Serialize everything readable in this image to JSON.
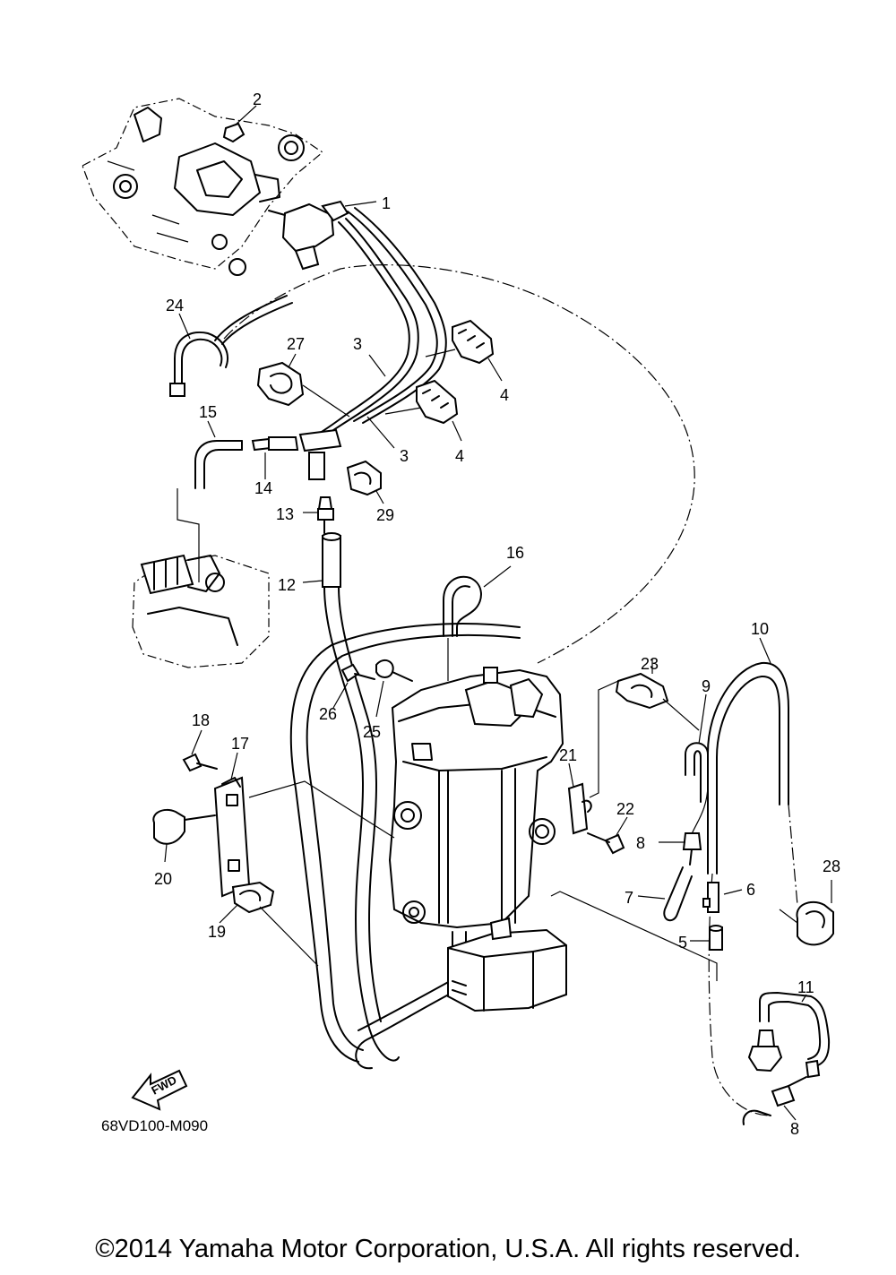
{
  "diagram_code": "68VD100-M090",
  "fwd_label": "FWD",
  "copyright": "©2014 Yamaha Motor Corporation, U.S.A. All rights reserved.",
  "callouts": {
    "c1": "1",
    "c2": "2",
    "c3a": "3",
    "c3b": "3",
    "c4a": "4",
    "c4b": "4",
    "c5": "5",
    "c6": "6",
    "c7": "7",
    "c8a": "8",
    "c8b": "8",
    "c9": "9",
    "c10": "10",
    "c11": "11",
    "c12": "12",
    "c13": "13",
    "c14": "14",
    "c15": "15",
    "c16": "16",
    "c17": "17",
    "c18": "18",
    "c19": "19",
    "c20": "20",
    "c21": "21",
    "c22": "22",
    "c23": "23",
    "c24": "24",
    "c25": "25",
    "c26": "26",
    "c27": "27",
    "c28": "28",
    "c29": "29"
  }
}
